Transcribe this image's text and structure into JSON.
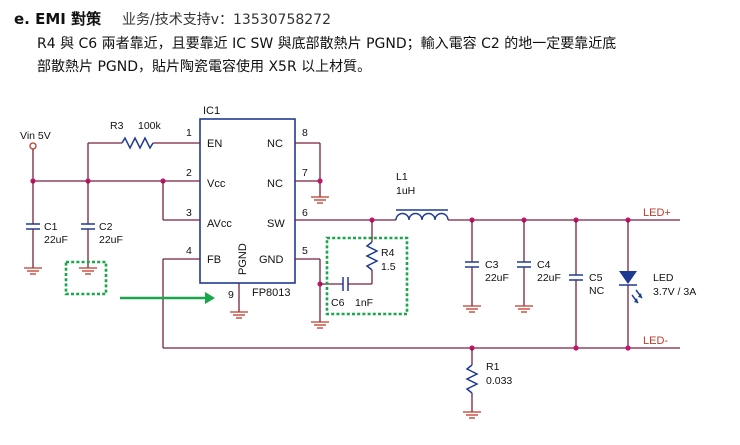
{
  "header": {
    "section_label": "e.  EMI 對策",
    "note": "业务/技术支持v：13530758272",
    "line1": "R4 與 C6 兩者靠近，且要靠近 IC  SW 與底部散熱片 PGND；輸入電容 C2 的地一定要靠近底",
    "line2": "部散熱片 PGND，貼片陶瓷電容使用 X5R 以上材質。"
  },
  "schematic": {
    "ic_ref": "IC1",
    "ic_part": "FP8013",
    "pins": [
      {
        "num": "1",
        "name": "EN"
      },
      {
        "num": "2",
        "name": "Vcc"
      },
      {
        "num": "3",
        "name": "AVcc"
      },
      {
        "num": "4",
        "name": "FB"
      },
      {
        "num": "5",
        "name": "GND"
      },
      {
        "num": "6",
        "name": "SW"
      },
      {
        "num": "7",
        "name": "NC"
      },
      {
        "num": "8",
        "name": "NC"
      },
      {
        "num": "9",
        "name": "PGND"
      }
    ],
    "vin": "Vin 5V",
    "r3": {
      "ref": "R3",
      "value": "100k"
    },
    "c1": {
      "ref": "C1",
      "value": "22uF"
    },
    "c2": {
      "ref": "C2",
      "value": "22uF"
    },
    "l1": {
      "ref": "L1",
      "value": "1uH"
    },
    "r4": {
      "ref": "R4",
      "value": "1.5"
    },
    "c6": {
      "ref": "C6",
      "value": "1nF"
    },
    "c3": {
      "ref": "C3",
      "value": "22uF"
    },
    "c4": {
      "ref": "C4",
      "value": "22uF"
    },
    "c5": {
      "ref": "C5",
      "value": "NC"
    },
    "led": {
      "ref": "LED",
      "value": "3.7V / 3A"
    },
    "r1": {
      "ref": "R1",
      "value": "0.033"
    },
    "led_plus": "LED+",
    "led_minus": "LED-"
  },
  "colors": {
    "wire": "#7a1f3d",
    "component": "#1f3a93",
    "ground": "#c0392b",
    "highlight": "#1aa64a",
    "led": "#1f3a93"
  }
}
